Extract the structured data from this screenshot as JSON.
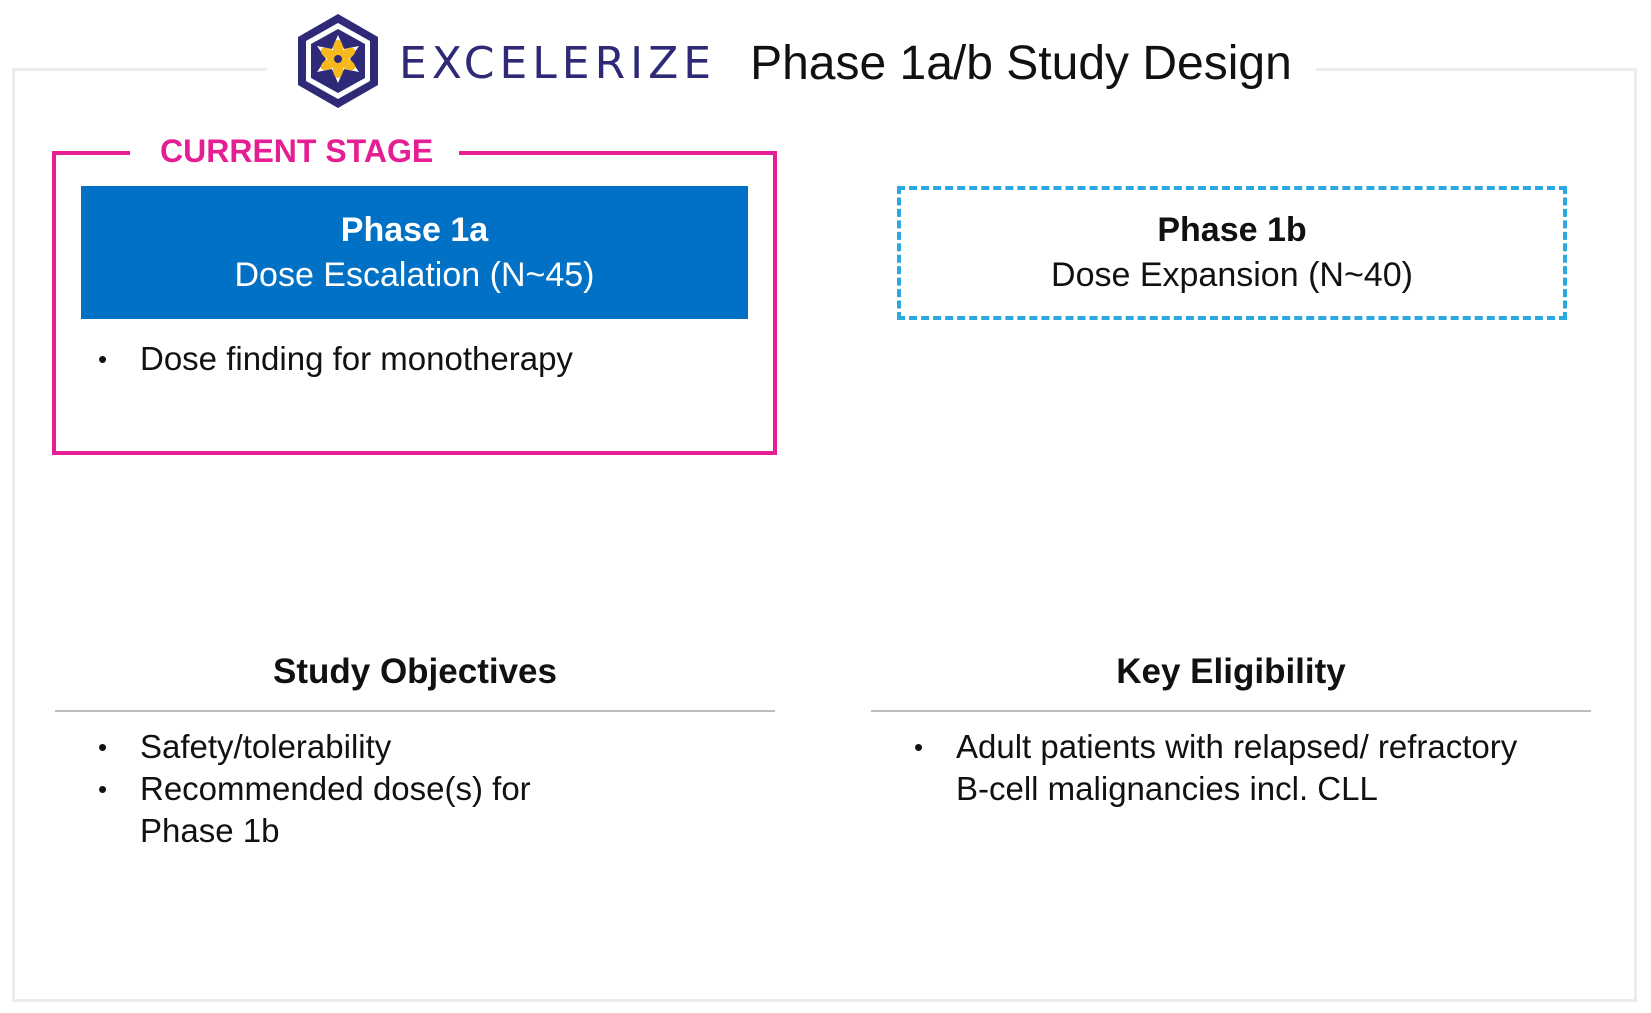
{
  "header": {
    "brand": "EXCELERIZE",
    "title": "Phase 1a/b Study Design",
    "colors": {
      "brand": "#2f2a77",
      "logo_accent": "#f6b81c"
    }
  },
  "current_stage": {
    "label": "CURRENT STAGE",
    "color": "#e61e93"
  },
  "phase_1a": {
    "title": "Phase 1a",
    "subtitle": "Dose Escalation (N~45)",
    "bullets": [
      "Dose finding for monotherapy"
    ],
    "color": "#0171c5"
  },
  "phase_1b": {
    "title": "Phase 1b",
    "subtitle": "Dose Expansion (N~40)",
    "border_color": "#2aa8df"
  },
  "study_objectives": {
    "title": "Study Objectives",
    "bullets": [
      "Safety/tolerability",
      "Recommended dose(s) for",
      "Phase 1b"
    ]
  },
  "key_eligibility": {
    "title": "Key Eligibility",
    "bullets": [
      "Adult patients with relapsed/ refractory",
      "B-cell malignancies incl. CLL"
    ]
  },
  "bullet_glyph": "•"
}
